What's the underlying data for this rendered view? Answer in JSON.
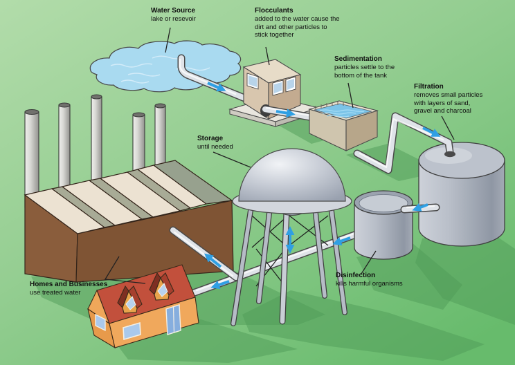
{
  "labels": {
    "water_source": {
      "title": "Water Source",
      "lines": [
        "lake or resevoir"
      ]
    },
    "flocculants": {
      "title": "Flocculants",
      "lines": [
        "added to the water cause the",
        "dirt and other particles to",
        "stick together"
      ]
    },
    "sedimentation": {
      "title": "Sedimentation",
      "lines": [
        "particles settle to the",
        "bottom of the tank"
      ]
    },
    "filtration": {
      "title": "Filtration",
      "lines": [
        "removes small particles",
        "with layers of sand,",
        "gravel and charcoal"
      ]
    },
    "storage": {
      "title": "Storage",
      "lines": [
        "until needed"
      ]
    },
    "disinfection": {
      "title": "Disinfection",
      "lines": [
        "kills harmful organisms"
      ]
    },
    "homes": {
      "title": "Homes and Businesses",
      "lines": [
        "use treated water"
      ]
    }
  },
  "flow_sequence": [
    "Water Source",
    "Flocculants",
    "Sedimentation",
    "Filtration",
    "Disinfection",
    "Storage",
    "Homes and Businesses"
  ],
  "component_names": [
    "lake",
    "supply-pipes",
    "flow-arrows",
    "flocculants-building",
    "sedimentation-tank",
    "filtration-tank",
    "disinfection-tank",
    "storage-water-tower",
    "factory",
    "house"
  ],
  "colors": {
    "background_top": "#b0dca8",
    "background_bottom": "#6abc6e",
    "shadow": "#4f9b57",
    "arrow_blue": "#2f9fe3",
    "lake_blue": "#a9daf0",
    "tank_water": "#7cc4e8",
    "pipe_gray": "#dfe3e8",
    "metal_gray": "#b9bfc9",
    "building_tan": "#d8c6ae",
    "factory_brown": "#8a5d3c",
    "roof_cream": "#ece2d2",
    "house_orange": "#f0a85c",
    "house_roof_red": "#c2503c"
  }
}
